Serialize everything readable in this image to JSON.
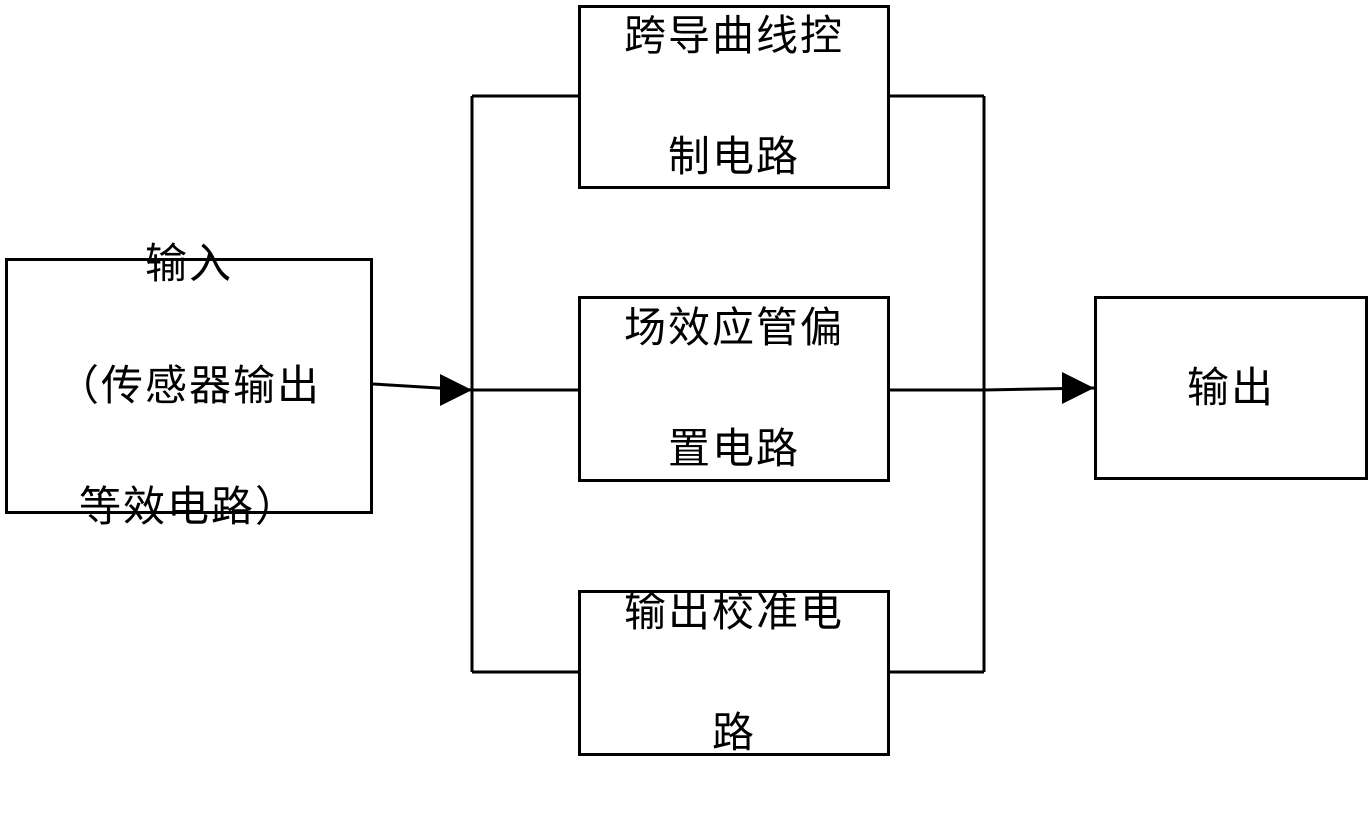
{
  "boxes": {
    "input": {
      "line1": "输入",
      "line2": "（传感器输出",
      "line3": "等效电路）"
    },
    "top": {
      "line1": "跨导曲线控",
      "line2": "制电路"
    },
    "middle": {
      "line1": "场效应管偏",
      "line2": "置电路"
    },
    "bottom": {
      "line1": "输出校准电",
      "line2": "路"
    },
    "output": {
      "line1": "输出"
    }
  }
}
